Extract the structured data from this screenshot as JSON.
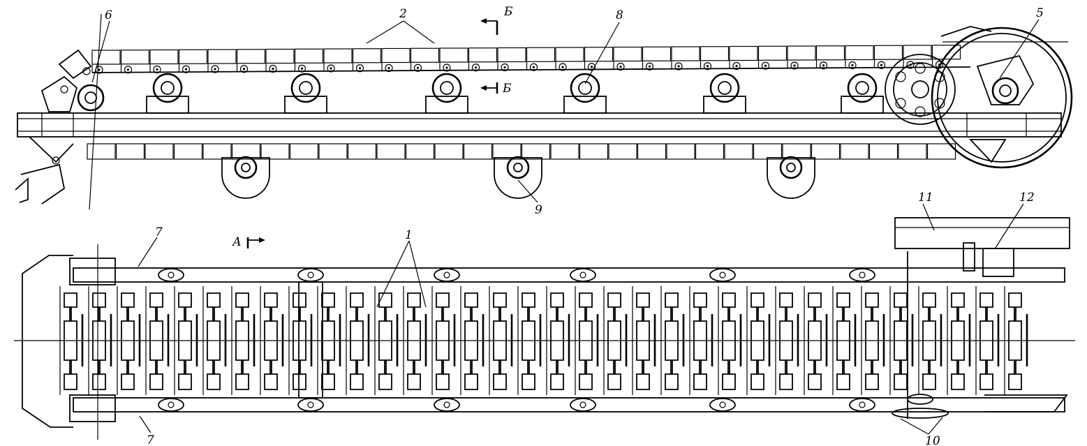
{
  "diagram": {
    "labels": {
      "chain": "1",
      "plates": "2",
      "drive_sprocket": "5",
      "tension_sprocket": "6",
      "frame_side": "7",
      "upper_roller": "8",
      "lower_roller": "9",
      "motor": "10",
      "reducer": "11",
      "coupling": "12",
      "section_b_top": "Б",
      "section_b_mid": "Б",
      "section_a": "А"
    }
  }
}
